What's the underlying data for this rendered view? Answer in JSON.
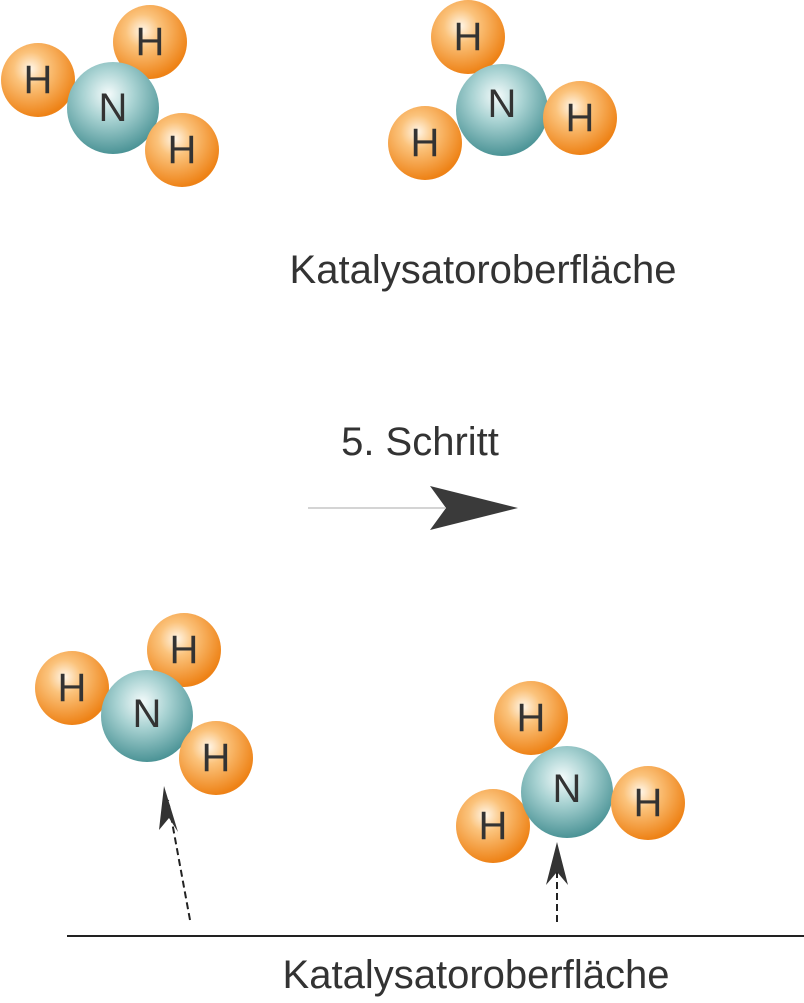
{
  "labels": {
    "surface_top": "Katalysatoroberfläche",
    "step": "5. Schritt",
    "surface_bottom": "Katalysatoroberfläche"
  },
  "molecules": [
    {
      "name": "nh3-molecule-top-left",
      "atoms": [
        "N",
        "H",
        "H",
        "H"
      ]
    },
    {
      "name": "nh3-molecule-top-right",
      "atoms": [
        "N",
        "H",
        "H",
        "H"
      ]
    },
    {
      "name": "nh3-molecule-bottom-left",
      "atoms": [
        "N",
        "H",
        "H",
        "H"
      ]
    },
    {
      "name": "nh3-molecule-bottom-right",
      "atoms": [
        "N",
        "H",
        "H",
        "H"
      ]
    }
  ],
  "colors": {
    "hydrogen": "#f28c1e",
    "nitrogen": "#4f9a9c",
    "text": "#333333"
  }
}
